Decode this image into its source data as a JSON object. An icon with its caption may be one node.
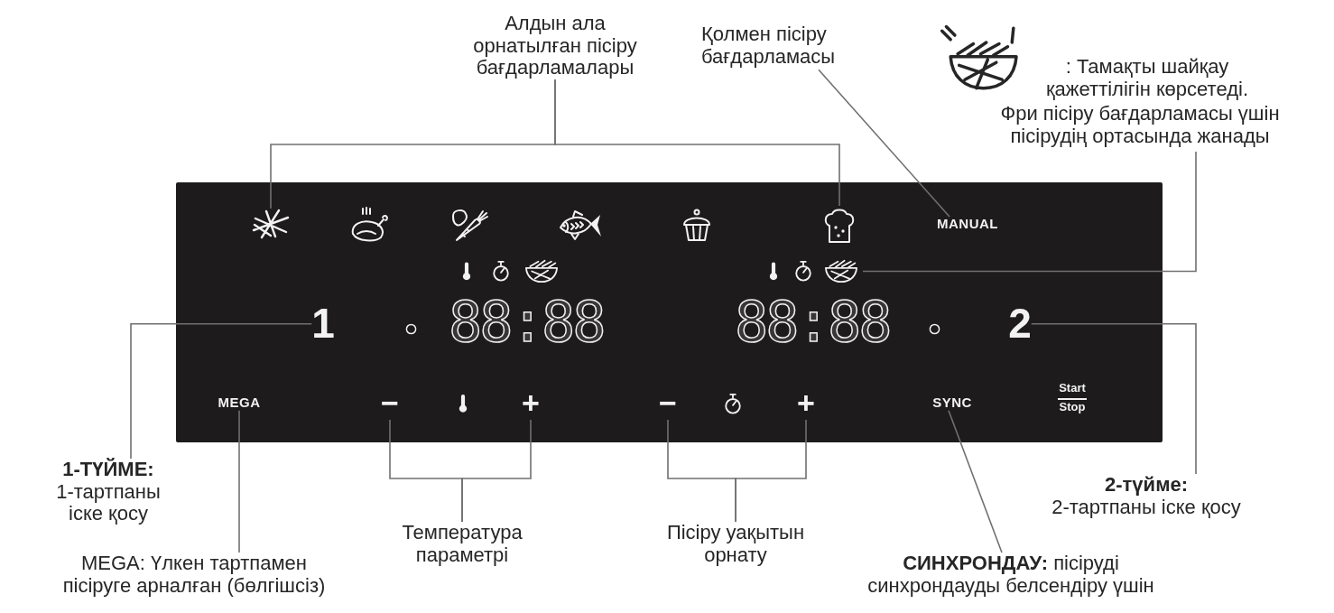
{
  "diagram": {
    "nodes": [
      {
        "text": [
          "Алдын ала орнатылған пісіру бағдарламалары"
        ]
      },
      {
        "text": [
          "Қолмен пісіру бағдарламасы"
        ]
      },
      {
        "text": [
          ": Тамақты шайқау қажеттілігін көрсетеді.",
          "Фри пісіру бағдарламасы үшін пісірудің ортасында жанады"
        ]
      },
      {
        "text": [],
        "shape": "box"
      },
      {
        "text": [],
        "shape": "picture",
        "in": 3
      },
      {
        "text": [],
        "shape": "picture",
        "in": 3
      },
      {
        "text": [],
        "shape": "picture",
        "in": 3
      },
      {
        "text": [],
        "shape": "picture",
        "in": 3
      },
      {
        "text": [],
        "shape": "picture",
        "in": 3
      },
      {
        "text": [],
        "shape": "picture",
        "in": 3
      },
      {
        "text": [
          "MANUAL"
        ],
        "in": 3
      },
      {
        "text": [],
        "shape": "picture",
        "in": 3
      },
      {
        "text": [
          "1"
        ],
        "in": 3
      },
      {
        "text": [
          "2"
        ],
        "in": 3
      },
      {
        "text": [
          "MEGA"
        ],
        "in": 3
      },
      {
        "text": [
          "−"
        ],
        "in": 3
      },
      {
        "text": [
          "+"
        ],
        "in": 3
      },
      {
        "text": [
          "−"
        ],
        "in": 3
      },
      {
        "text": [
          "+"
        ],
        "in": 3
      },
      {
        "text": [
          "SYNC"
        ],
        "in": 3
      },
      {
        "text": [
          "1-ТҮЙМЕ:",
          "1-тартпаны іске қосу"
        ]
      },
      {
        "text": [
          "MEGA: Үлкен тартпамен пісіруге арналған (бөлгішсіз)"
        ]
      },
      {
        "text": [
          "Температура параметрі"
        ]
      },
      {
        "text": [
          "Пісіру уақытын орнату"
        ]
      },
      {
        "text": [
          "**СИНХРОНДАУ:** пісіруді синхрондауды белсендіру үшін"
        ]
      },
      {
        "text": [
          "2-түйме:",
          "2-тартпаны іске қосу"
        ]
      }
    ],
    "edges": [
      {
        "from": 0,
        "to": 4,
        "arrow": "none"
      },
      {
        "from": 0,
        "to": 9,
        "arrow": "none"
      },
      {
        "from": 1,
        "to": 10,
        "arrow": "none"
      },
      {
        "from": 2,
        "to": 11,
        "arrow": "none"
      },
      {
        "from": 20,
        "to": 12,
        "arrow": "none"
      },
      {
        "from": 25,
        "to": 13,
        "arrow": "none"
      },
      {
        "from": 21,
        "to": 14,
        "arrow": "none"
      },
      {
        "from": 22,
        "to": 15,
        "arrow": "none"
      },
      {
        "from": 22,
        "to": 16,
        "arrow": "none"
      },
      {
        "from": 23,
        "to": 17,
        "arrow": "none"
      },
      {
        "from": 23,
        "to": 18,
        "arrow": "none"
      },
      {
        "from": 24,
        "to": 19,
        "arrow": "none"
      }
    ],
    "labels": [
      "88:88",
      "88:88",
      "Start",
      "Stop"
    ]
  }
}
